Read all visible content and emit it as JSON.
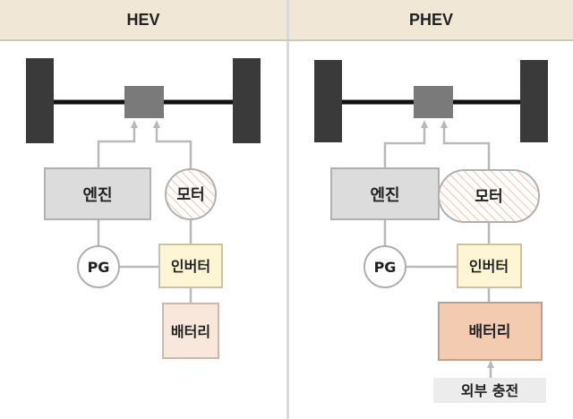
{
  "panels": [
    {
      "title": "HEV",
      "engine": "엔진",
      "motor": "모터",
      "pg": "PG",
      "inverter": "인버터",
      "battery": "배터리"
    },
    {
      "title": "PHEV",
      "engine": "엔진",
      "motor": "모터",
      "pg": "PG",
      "inverter": "인버터",
      "battery": "배터리",
      "charging": "외부 충전"
    }
  ],
  "colors": {
    "header_bg": "#f1e7d6",
    "wheel": "#3a3a3a",
    "gearbox": "#7a7a7a",
    "engine_fill": "#dcdcdc",
    "inverter_fill": "#fdf5d4",
    "hev_battery_fill": "#f9e7dc",
    "phev_battery_fill": "#f2cbb1",
    "arrow": "#b9b9b9"
  }
}
